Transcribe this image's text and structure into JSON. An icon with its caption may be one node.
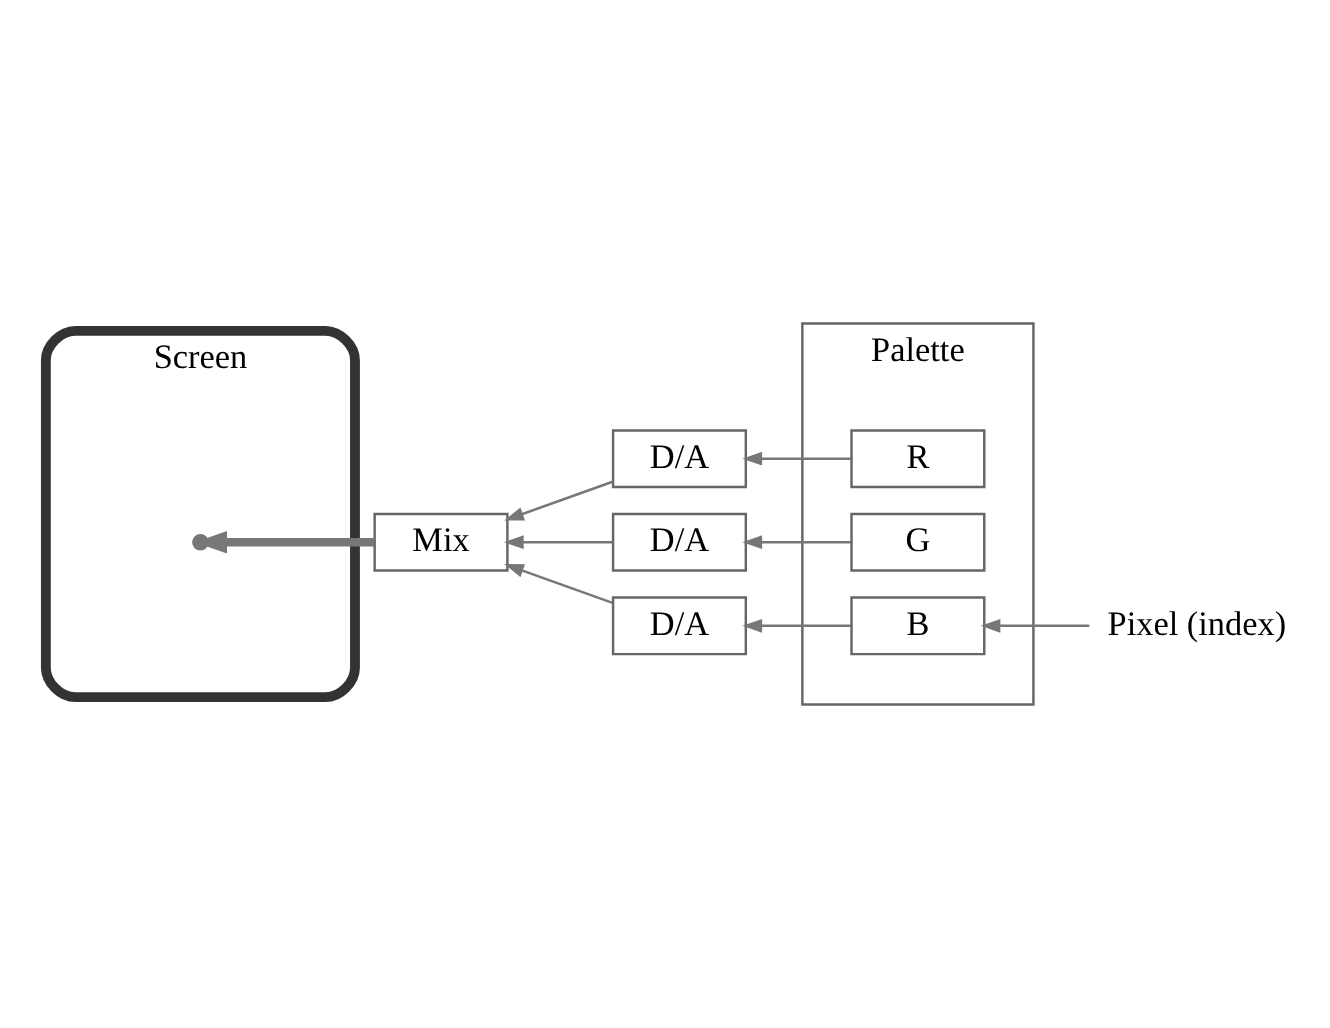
{
  "diagram": {
    "nodes": [
      {
        "text": [
          "Screen"
        ]
      },
      {
        "text": [],
        "shape": "circle",
        "in": 0
      },
      {
        "text": [
          "Palette"
        ]
      },
      {
        "text": [
          "R"
        ],
        "in": 2
      },
      {
        "text": [
          "G"
        ],
        "in": 2
      },
      {
        "text": [
          "B"
        ],
        "in": 2
      },
      {
        "text": [
          "Pixel (index)"
        ]
      },
      {
        "text": [
          "D/A"
        ]
      },
      {
        "text": [
          "D/A"
        ]
      },
      {
        "text": [
          "D/A"
        ]
      },
      {
        "text": [
          "Mix"
        ]
      }
    ],
    "edges": [
      {
        "from": 6,
        "to": 5,
        "arrow": "to"
      },
      {
        "from": 3,
        "to": 7,
        "arrow": "to"
      },
      {
        "from": 4,
        "to": 8,
        "arrow": "to"
      },
      {
        "from": 5,
        "to": 9,
        "arrow": "to"
      },
      {
        "from": 7,
        "to": 10,
        "arrow": "to"
      },
      {
        "from": 8,
        "to": 10,
        "arrow": "to"
      },
      {
        "from": 9,
        "to": 10,
        "arrow": "to"
      },
      {
        "from": 10,
        "to": 1,
        "arrow": "to",
        "style": "thick"
      }
    ]
  }
}
